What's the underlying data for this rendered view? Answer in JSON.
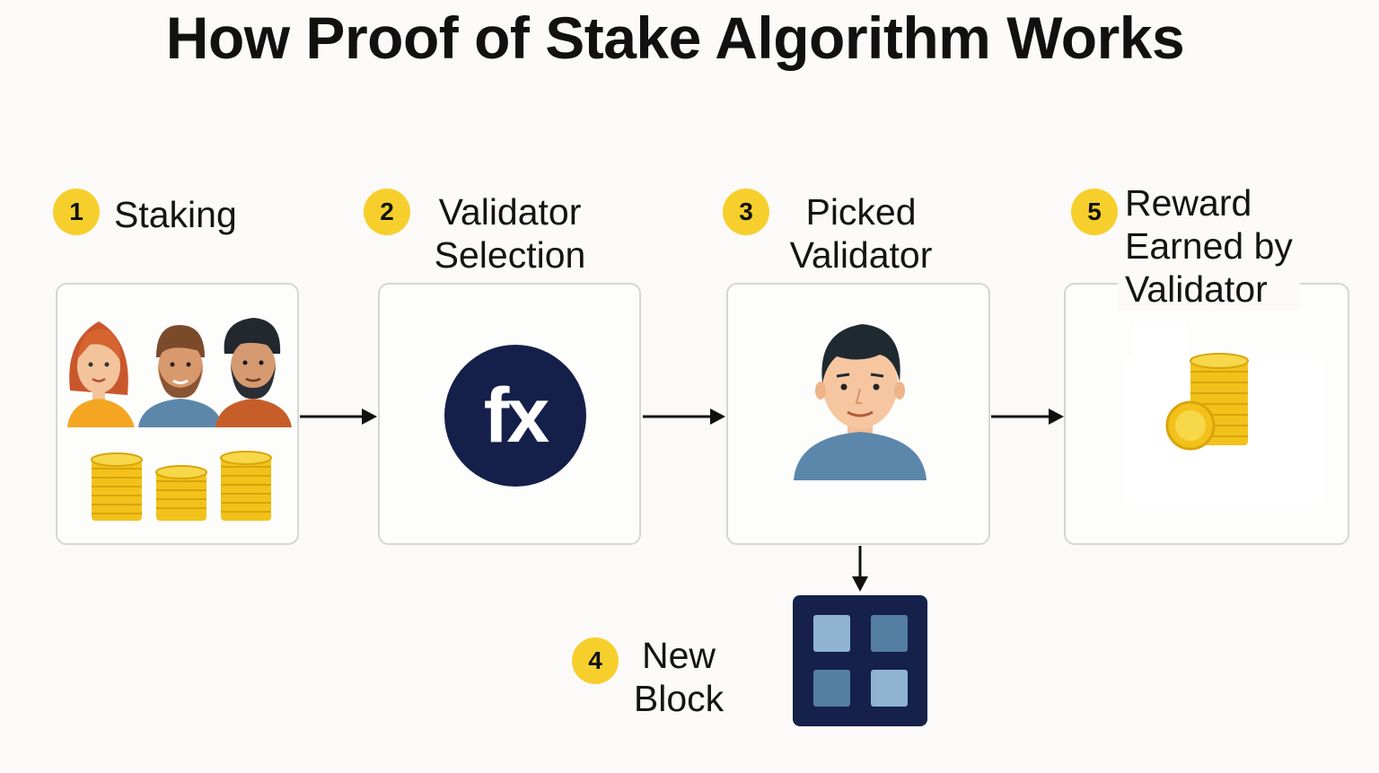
{
  "title": "How Proof of Stake Algorithm Works",
  "steps": [
    {
      "number": "1",
      "line1": "Staking",
      "line2": "",
      "line3": ""
    },
    {
      "number": "2",
      "line1": "Validator",
      "line2": "Selection",
      "line3": ""
    },
    {
      "number": "3",
      "line1": "Picked",
      "line2": "Validator",
      "line3": ""
    },
    {
      "number": "4",
      "line1": "New",
      "line2": "Block",
      "line3": ""
    },
    {
      "number": "5",
      "line1": "Reward",
      "line2": "Earned by",
      "line3": "Validator"
    }
  ],
  "selection_symbol": "fx",
  "colors": {
    "badge": "#f7cf2c",
    "navy": "#14204a",
    "coin": "#f5c518",
    "block_light": "#8fb3d1",
    "block_dark": "#547ea2"
  },
  "icons": [
    "stakers-icon",
    "coin-stack-icon",
    "fx-function-icon",
    "validator-person-icon",
    "block-icon",
    "reward-coins-icon"
  ]
}
